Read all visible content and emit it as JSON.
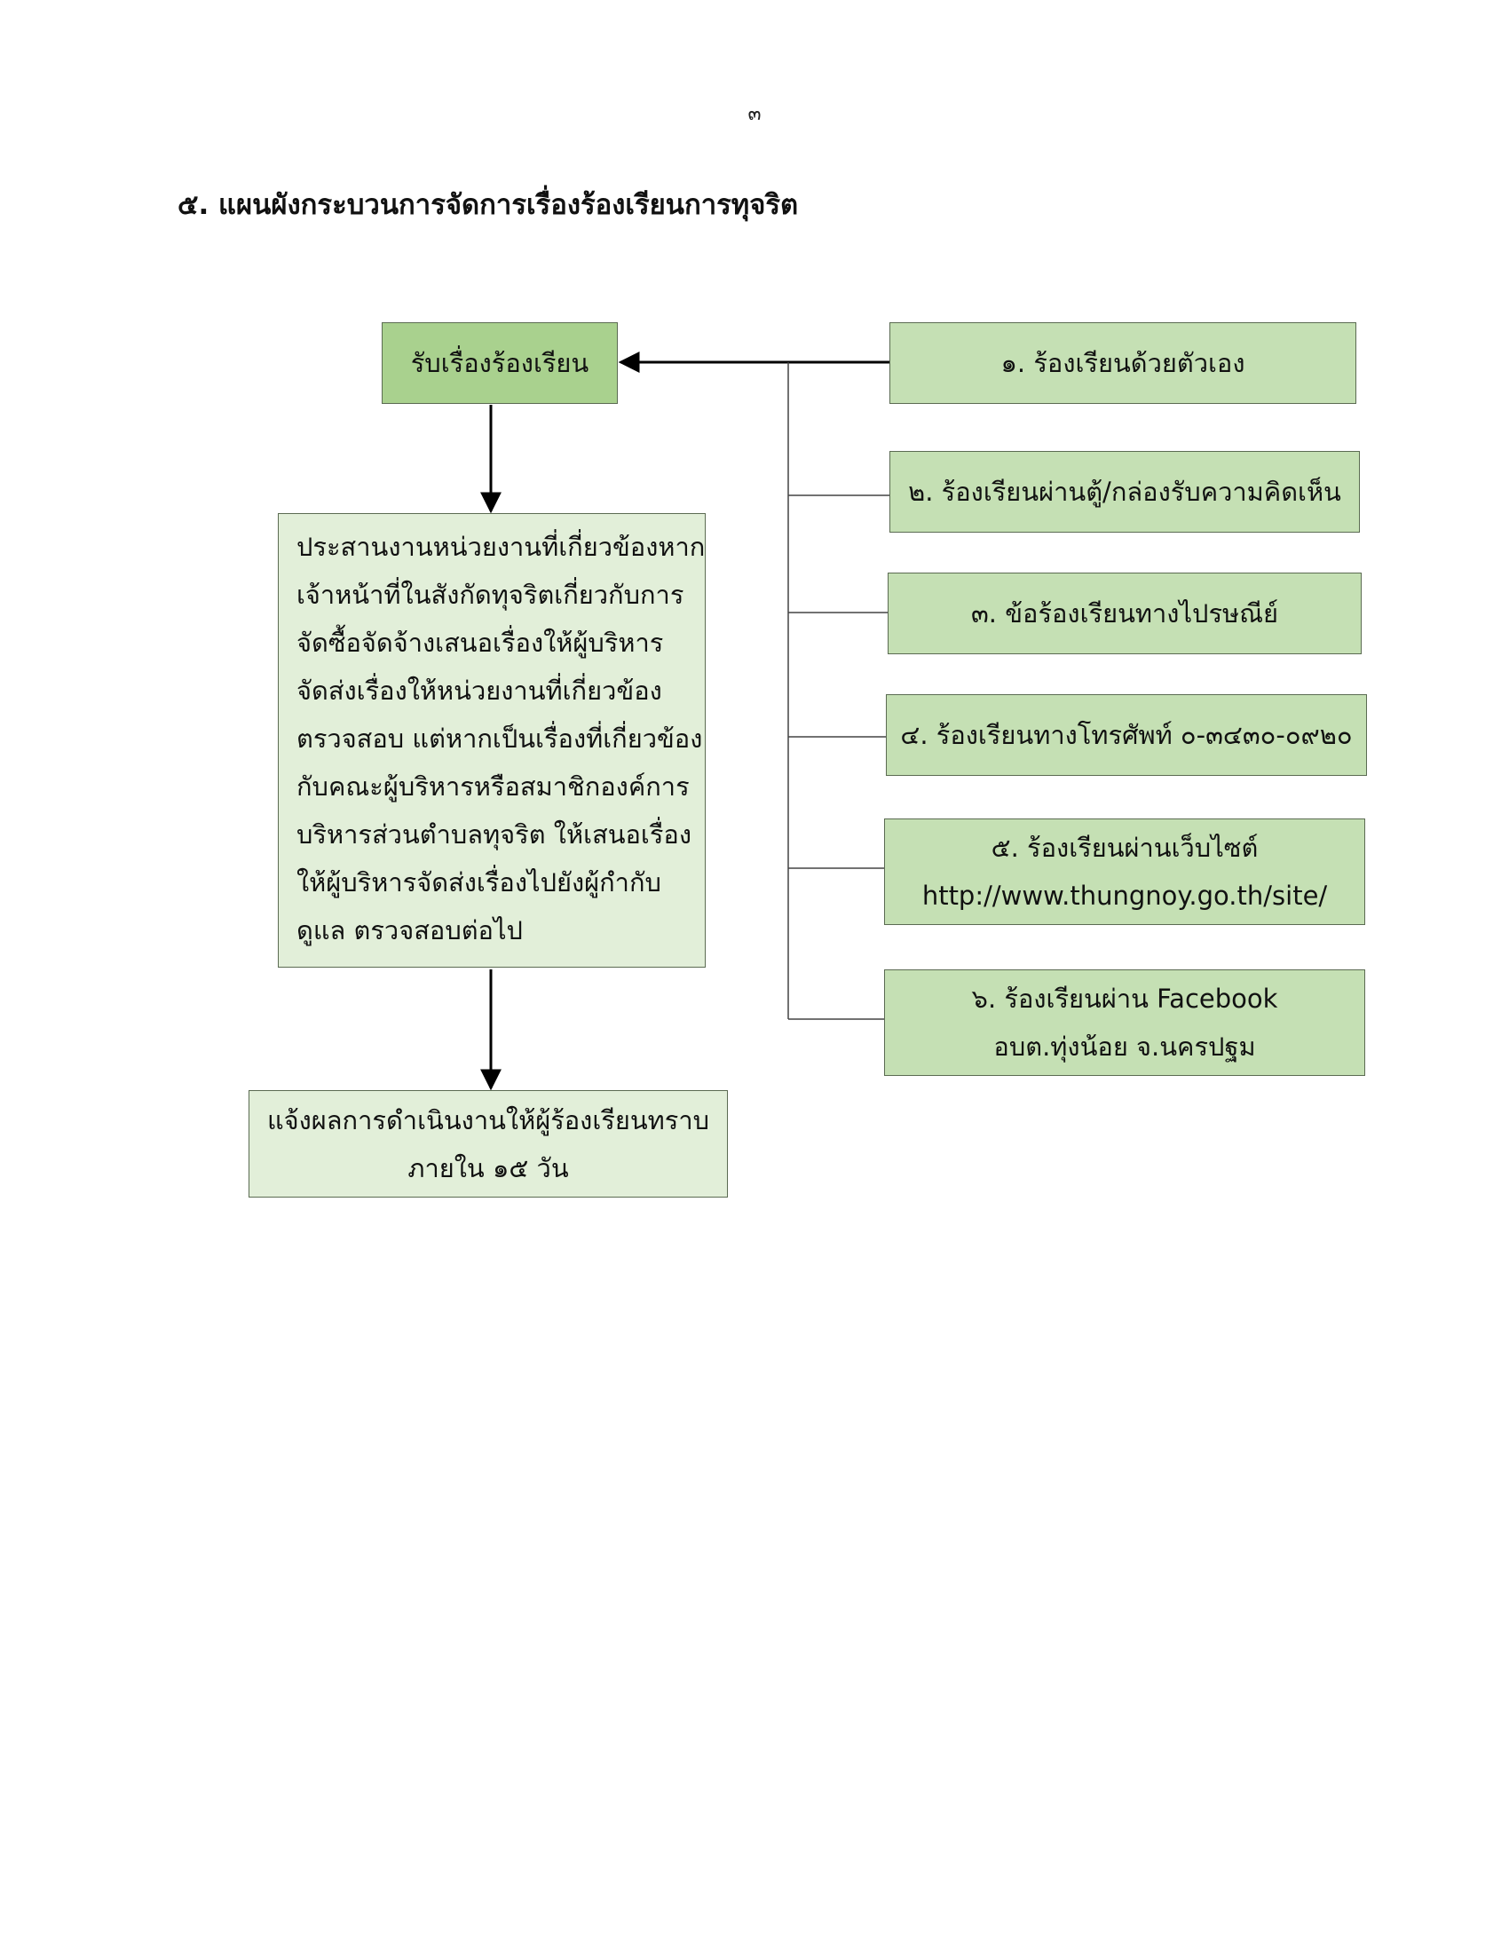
{
  "page": {
    "number": "๓"
  },
  "heading": "๕. แผนผังกระบวนการจัดการเรื่องร้องเรียนการทุจริต",
  "flow": {
    "start": "รับเรื่องร้องเรียน",
    "coordinate": [
      "ประสานงานหน่วยงานที่เกี่ยวข้องหาก",
      "เจ้าหน้าที่ในสังกัดทุจริตเกี่ยวกับการ",
      "จัดซื้อจัดจ้างเสนอเรื่องให้ผู้บริหาร",
      "จัดส่งเรื่องให้หน่วยงานที่เกี่ยวข้อง",
      "ตรวจสอบ แต่หากเป็นเรื่องที่เกี่ยวข้อง",
      "กับคณะผู้บริหารหรือสมาชิกองค์การ",
      "บริหารส่วนตำบลทุจริต ให้เสนอเรื่อง",
      "ให้ผู้บริหารจัดส่งเรื่องไปยังผู้กำกับ",
      "ดูแล ตรวจสอบต่อไป"
    ],
    "notify": [
      "แจ้งผลการดำเนินงานให้ผู้ร้องเรียนทราบ",
      "ภายใน ๑๕ วัน"
    ]
  },
  "channels": [
    {
      "lines": [
        "๑. ร้องเรียนด้วยตัวเอง"
      ]
    },
    {
      "lines": [
        "๒. ร้องเรียนผ่านตู้/กล่องรับความคิดเห็น"
      ]
    },
    {
      "lines": [
        "๓. ข้อร้องเรียนทางไปรษณีย์"
      ]
    },
    {
      "lines": [
        "๔. ร้องเรียนทางโทรศัพท์ ๐-๓๔๓๐-๐๙๒๐"
      ]
    },
    {
      "lines": [
        "๕. ร้องเรียนผ่านเว็บไซต์",
        "http://www.thungnoy.go.th/site/"
      ]
    },
    {
      "lines": [
        "๖. ร้องเรียนผ่าน Facebook",
        "อบต.ทุ่งน้อย จ.นครปฐม"
      ]
    }
  ],
  "colors": {
    "start_fill": "#a9d18e",
    "channel_fill": "#c5e0b4",
    "process_fill": "#e2efd9",
    "border": "#5b6b52",
    "connector": "#000000"
  }
}
